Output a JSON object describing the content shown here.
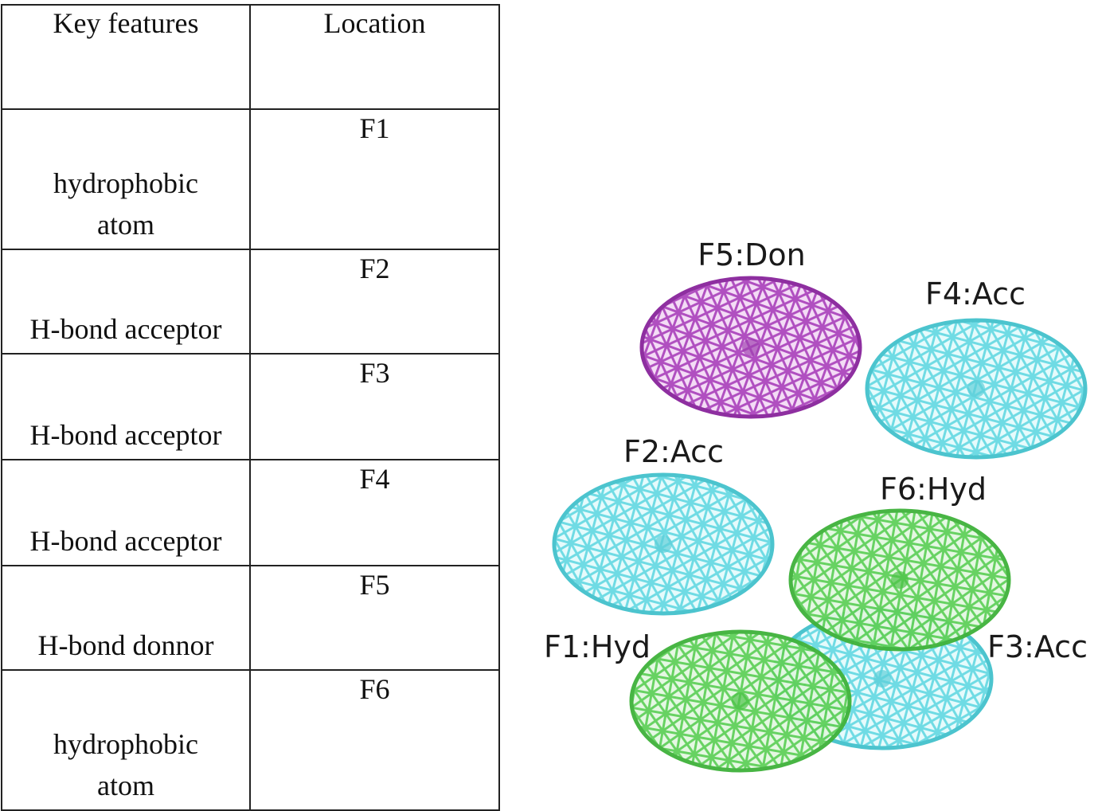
{
  "table": {
    "headers": [
      "Key features",
      "Location"
    ],
    "rows": [
      {
        "feature": "hydrophobic atom",
        "location": "F1"
      },
      {
        "feature": "H-bond acceptor",
        "location": "F2"
      },
      {
        "feature": "H-bond acceptor",
        "location": "F3"
      },
      {
        "feature": "H-bond acceptor",
        "location": "F4"
      },
      {
        "feature": "H-bond donnor",
        "location": "F5"
      },
      {
        "feature": "hydrophobic atom",
        "location": "F6"
      }
    ]
  },
  "model": {
    "spheres": [
      {
        "label": "F5:Don",
        "kind": "donor",
        "color": "#b04fc0"
      },
      {
        "label": "F4:Acc",
        "kind": "acceptor",
        "color": "#6fdbe4"
      },
      {
        "label": "F2:Acc",
        "kind": "acceptor",
        "color": "#6fdbe4"
      },
      {
        "label": "F6:Hyd",
        "kind": "hydrophobic",
        "color": "#6ed86a"
      },
      {
        "label": "F3:Acc",
        "kind": "acceptor",
        "color": "#6fdbe4"
      },
      {
        "label": "F1:Hyd",
        "kind": "hydrophobic",
        "color": "#6ed86a"
      }
    ]
  }
}
